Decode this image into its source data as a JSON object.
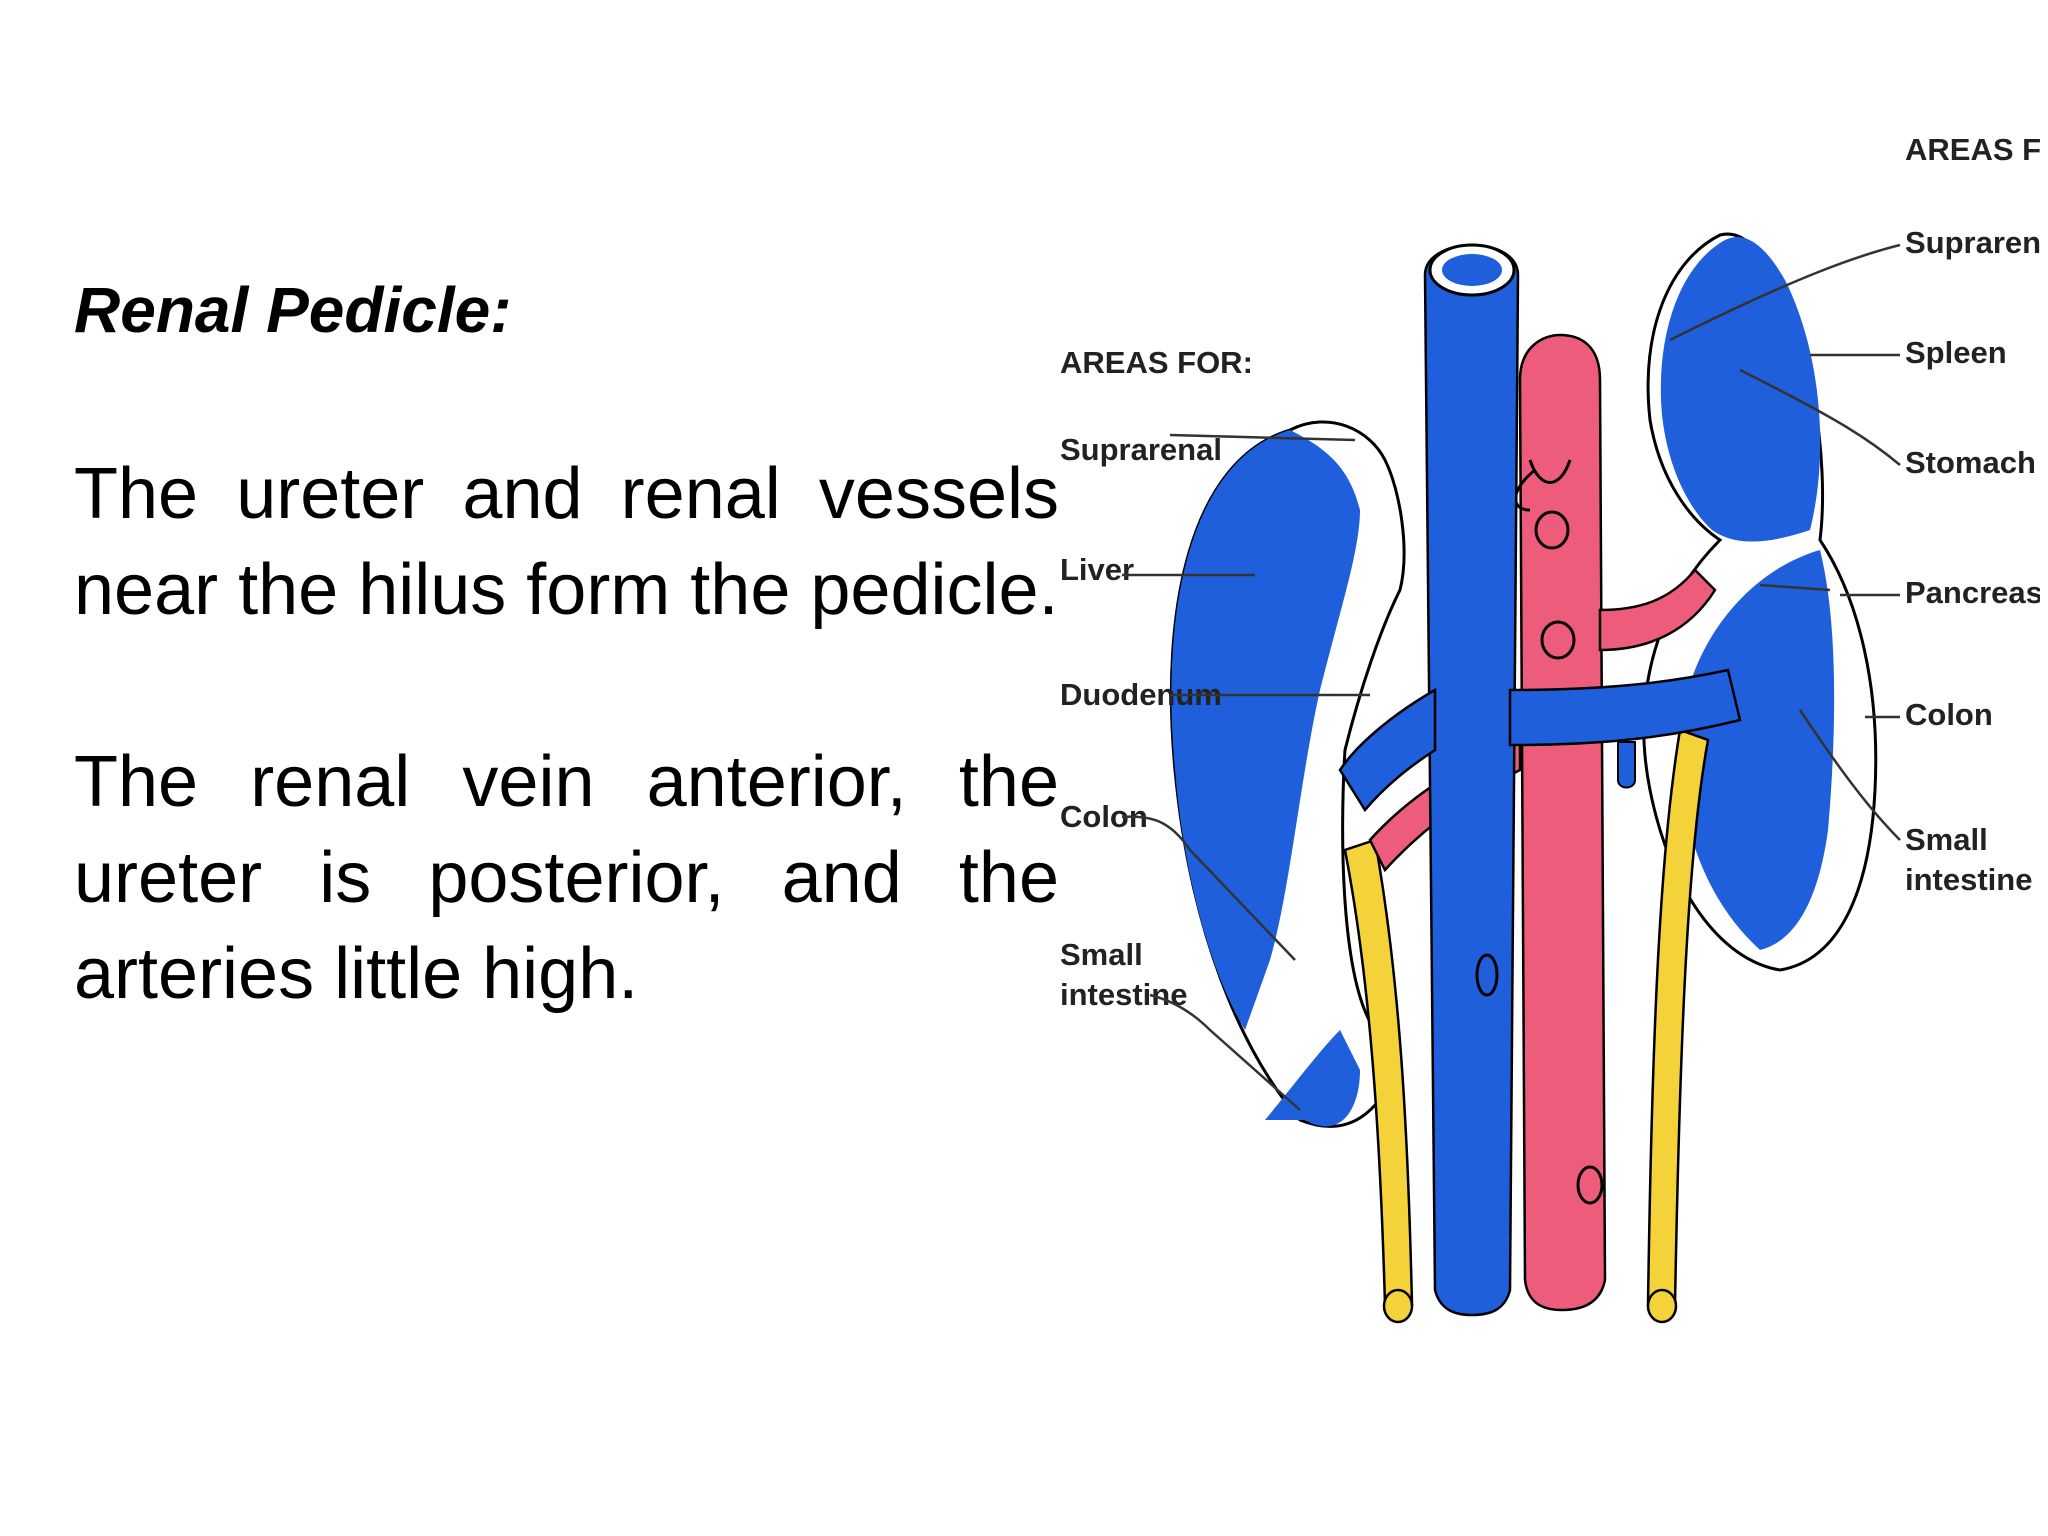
{
  "slide": {
    "heading": "Renal Pedicle:",
    "paragraphs": [
      "The ureter and renal vessels near the hilus form the pedicle.",
      "The renal vein anterior, the ureter is posterior, and the arteries little high."
    ]
  },
  "diagram": {
    "colors": {
      "vein": "#1f5fdc",
      "artery": "#ee5c7c",
      "ureter": "#f3d23a",
      "outline": "#000000"
    },
    "left_labels": {
      "heading": "AREAS FOR:",
      "items": [
        "Suprarenal",
        "Liver",
        "Duodenum",
        "Colon",
        "Small",
        "intestine"
      ]
    },
    "right_labels": {
      "heading": "AREAS FOR:",
      "items": [
        "Suprarenal",
        "Spleen",
        "Stomach",
        "Pancreas",
        "Colon",
        "Small",
        "intestine"
      ]
    }
  }
}
